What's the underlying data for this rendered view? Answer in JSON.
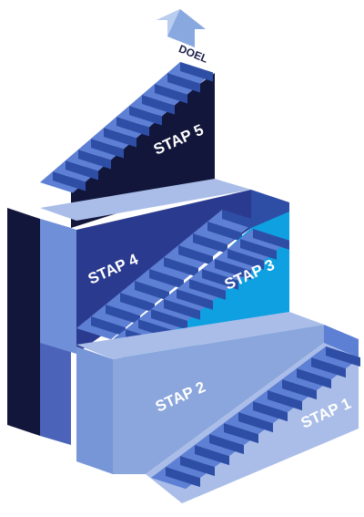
{
  "goal_label": "DOEL",
  "steps": [
    {
      "label": "STAP 1",
      "color": "#a9bde8"
    },
    {
      "label": "STAP 2",
      "color": "#8aa6dc"
    },
    {
      "label": "STAP 3",
      "color": "#0ea0e0"
    },
    {
      "label": "STAP 4",
      "color": "#2a3a8f"
    },
    {
      "label": "STAP 5",
      "color": "#12163a"
    }
  ],
  "colors": {
    "step_top": "#5d7fd4",
    "step_riser": "#2e4ea6",
    "arrow": "#8aa8e0"
  }
}
